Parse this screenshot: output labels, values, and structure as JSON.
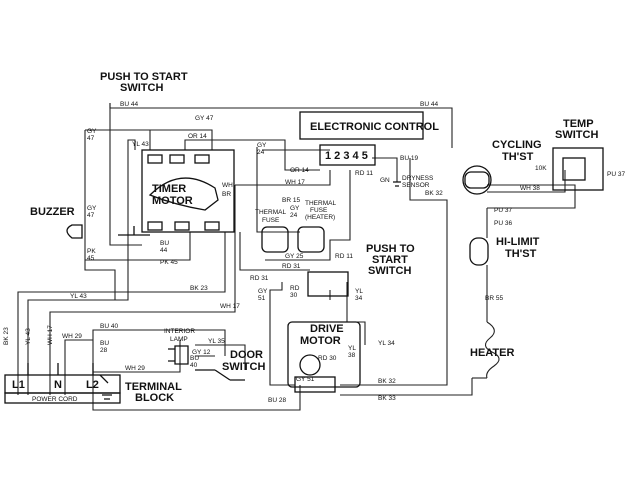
{
  "labels": {
    "push_start_top": "PUSH TO START",
    "switch_top": "SWITCH",
    "electronic_control": "ELECTRONIC CONTROL",
    "terminal_numbers": "1 2 3 4 5",
    "timer": "TIMER",
    "motor": "MOTOR",
    "buzzer": "BUZZER",
    "cycling": "CYCLING",
    "thst": "TH'ST",
    "temp": "TEMP",
    "temp_switch": "SWITCH",
    "thermal1": "THERMAL",
    "fuse1": "FUSE",
    "thermal2": "THERMAL",
    "fuse2": "FUSE",
    "heater_paren": "(HEATER)",
    "push_start_mid": "PUSH TO",
    "start_switch_mid": "START",
    "switch_mid": "SWITCH",
    "hilimit": "HI-LIMIT",
    "hilimit_thst": "TH'ST",
    "drive": "DRIVE",
    "drive_motor": "MOTOR",
    "interior": "INTERIOR",
    "lamp": "LAMP",
    "door": "DOOR",
    "door_switch": "SWITCH",
    "heater": "HEATER",
    "terminal": "TERMINAL",
    "block": "BLOCK",
    "power_cord": "POWER CORD",
    "dryness1": "DRYNESS",
    "dryness2": "SENSOR",
    "l1": "L1",
    "n": "N",
    "l2": "L2",
    "gn": "GN",
    "10k": "10K",
    "wh": "WH",
    "br": "BR"
  },
  "wires": {
    "bu44_a": "BU 44",
    "bu44_b": "BU 44",
    "gy47_a": "GY",
    "gy47_a2": "47",
    "gy47_b": "GY 47",
    "gy47_c": "GY",
    "gy47_c2": "47",
    "or14_a": "OR 14",
    "or14_b": "OR 14",
    "yl43_a": "YL 43",
    "yl43_b": "YL 43",
    "gy24_a": "GY",
    "gy24_a2": "24",
    "gy24_b": "GY",
    "gy24_b2": "24",
    "wh17_a": "WH 17",
    "wh17_b": "WH 17",
    "rd11_a": "RD 11",
    "rd11_b": "RD 11",
    "bu19": "BU 19",
    "bk32_a": "BK 32",
    "bk32_b": "BK 32",
    "br15": "BR 15",
    "gy25": "GY 25",
    "pk45_a": "PK",
    "pk45_a2": "45",
    "pk45_b": "PK 45",
    "bu44_c": "BU",
    "bu44_c2": "44",
    "bk23_a": "BK 23",
    "bk23_b": "BK 23",
    "rd31_a": "RD 31",
    "rd31_b": "RD 31",
    "rd30_a": "RD",
    "rd30_a2": "30",
    "rd30_b": "RD 30",
    "gy51_a": "GY",
    "gy51_a2": "51",
    "gy51_b": "GY 51",
    "yl34_a": "YL",
    "yl34_a2": "34",
    "yl34_b": "YL 34",
    "yl38": "YL",
    "yl38_2": "38",
    "bu40_a": "BU 40",
    "bu40_b": "BU",
    "bu40_b2": "40",
    "yl35": "YL 35",
    "gy12": "GY 12",
    "wh29_a": "WH 29",
    "wh29_b": "WH 29",
    "bu28_a": "BU",
    "bu28_a2": "28",
    "bu28_b": "BU 28",
    "bk33": "BK 33",
    "wh38": "WH 38",
    "pu37_a": "PU 37",
    "pu37_b": "PU 37",
    "pu36": "PU 36",
    "br55": "BR 55",
    "yl43_c": "YL 43",
    "wh17_c": "WH 17"
  }
}
